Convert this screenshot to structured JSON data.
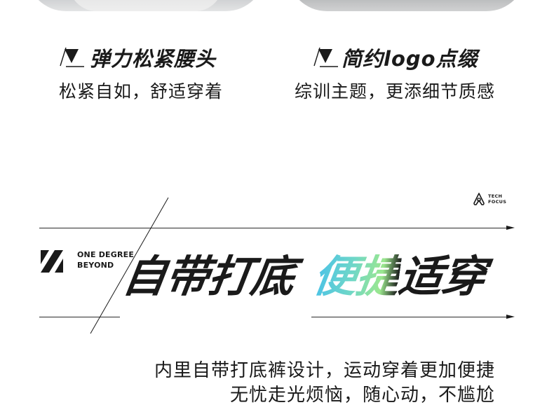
{
  "features": [
    {
      "title": "弹力松紧腰头",
      "subtitle": "松紧自如，舒适穿着"
    },
    {
      "title": "简约logo点缀",
      "subtitle": "综训主题，更添细节质感"
    }
  ],
  "brand": {
    "line1": "ONE DEGREE",
    "line2": "BEYOND"
  },
  "tech": {
    "line1": "TECH",
    "line2": "FOCUS"
  },
  "headline": {
    "part1": "自带打底",
    "part2": "便捷",
    "part3": "适穿"
  },
  "description": {
    "line1": "内里自带打底裤设计，运动穿着更加便捷",
    "line2": "无忧走光烦恼，随心动，不尴尬"
  },
  "colors": {
    "gradient_start": "#49c1e8",
    "gradient_end": "#9be78e",
    "text": "#1a1a1a"
  }
}
